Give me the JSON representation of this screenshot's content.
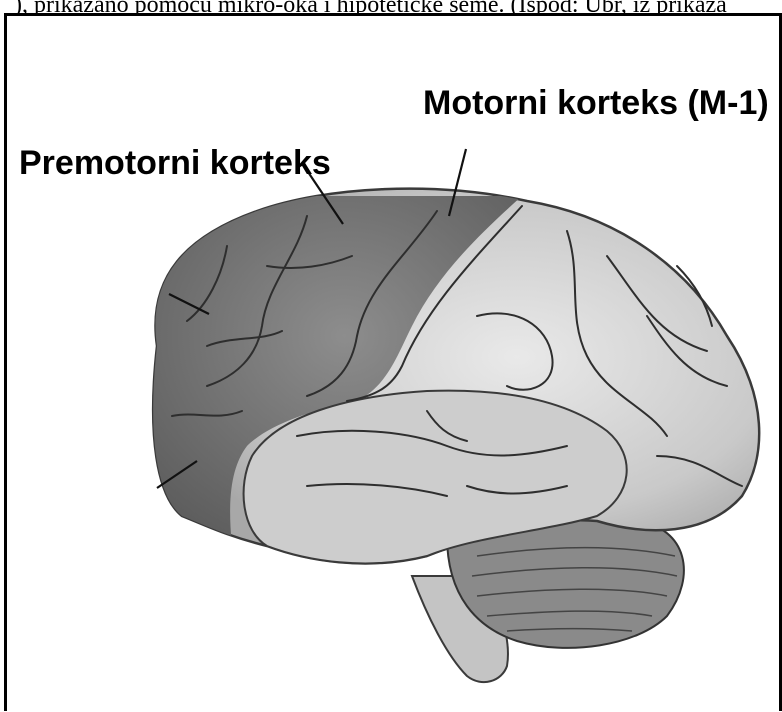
{
  "top_caption": "), prikazano pomoću mikro-oka i hipotetičke šeme. (Ispod: Ubr, iz prikaza",
  "labels": {
    "motor_cortex": "Motorni korteks (M-1)",
    "premotor_cortex": "Premotorni korteks"
  },
  "colors": {
    "premotor_region": "#7e7e7e",
    "brain_light": "#cfcfcf",
    "outline": "#3a3a3a"
  }
}
